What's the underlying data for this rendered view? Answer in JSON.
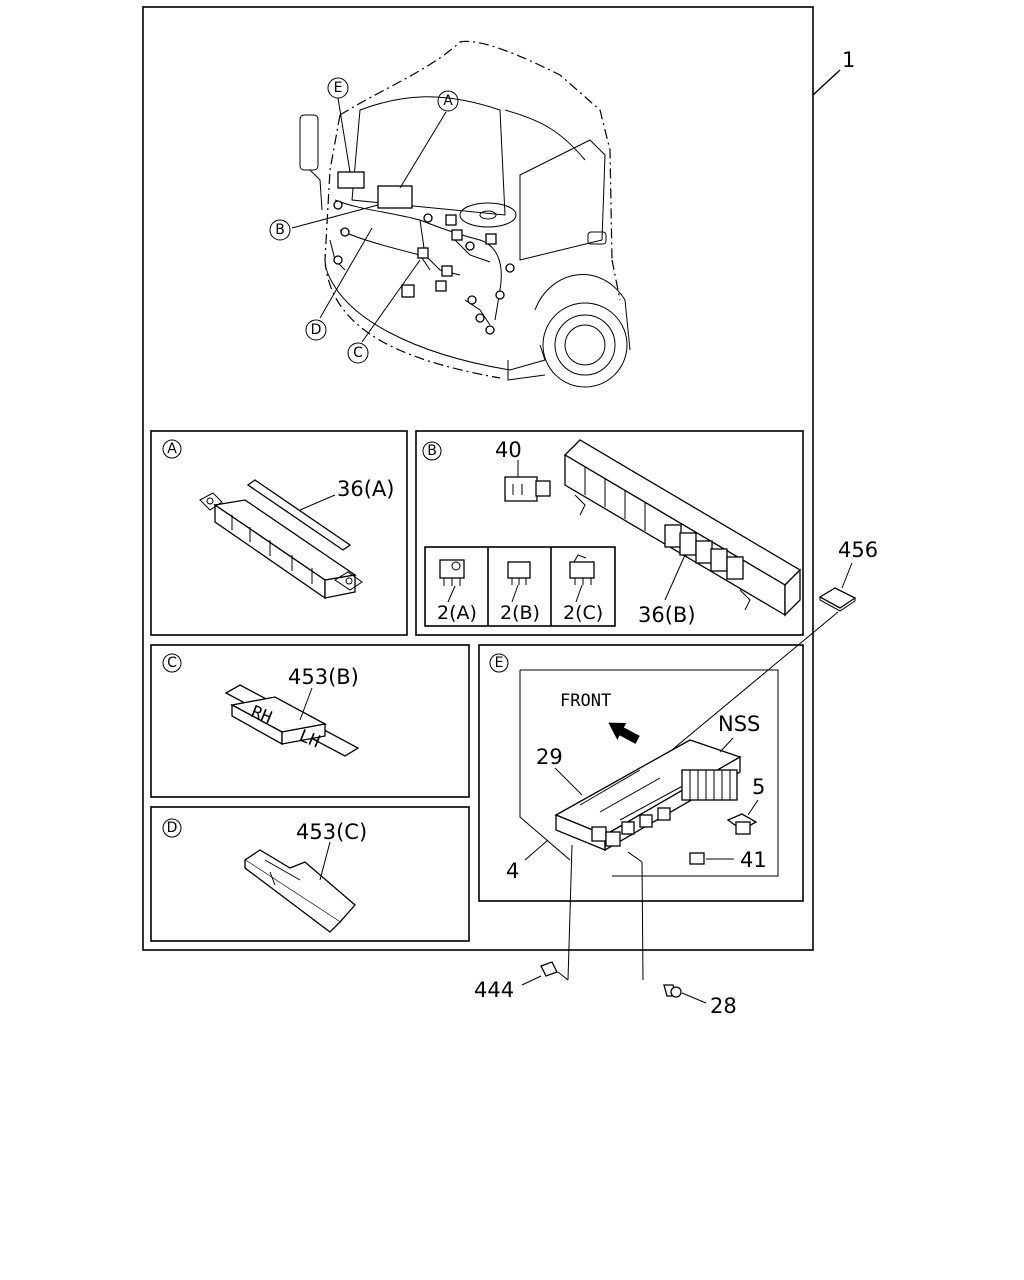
{
  "callouts": {
    "main_assembly": "1",
    "p40": "40",
    "p456": "456",
    "p36a": "36(A)",
    "p36b": "36(B)",
    "p2a": "2(A)",
    "p2b": "2(B)",
    "p2c": "2(C)",
    "p453b": "453(B)",
    "p453c": "453(C)",
    "p29": "29",
    "p4": "4",
    "p5": "5",
    "p41": "41",
    "p444": "444",
    "p28": "28",
    "nss": "NSS",
    "front": "FRONT"
  },
  "letters": {
    "a": "A",
    "b": "B",
    "c": "C",
    "d": "D",
    "e": "E"
  },
  "markings": {
    "rh": "RH",
    "lh": "LH"
  }
}
